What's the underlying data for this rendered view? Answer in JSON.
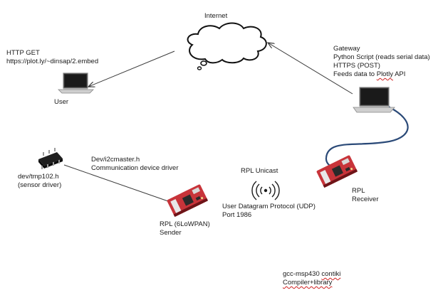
{
  "labels": {
    "internet": "Internet",
    "http_get": "HTTP GET",
    "http_url": "https://plot.ly/~dinsap/2.embed",
    "user": "User",
    "gateway": {
      "line1": "Gateway",
      "line2": "Python Script (reads serial data)",
      "line3": "HTTPS (POST)",
      "line4_prefix": "Feeds data to ",
      "line4_plotly": "Plotly",
      "line4_suffix": " API"
    },
    "dev_tmp": "dev/tmp102.h",
    "sensor_driver": "(sensor driver)",
    "i2c_header": "Dev/i2cmaster.h",
    "comm_driver": "Communication device driver",
    "rpl_unicast": "RPL Unicast",
    "udp_line1": "User Datagram Protocol (UDP)",
    "udp_line2": "Port 1986",
    "sender_line1": "RPL (6LoWPAN)",
    "sender_line2": "Sender",
    "receiver_line1": "RPL",
    "receiver_line2": "Receiver",
    "compiler": {
      "line1_a": "gcc-msp430",
      "line1_b": "contiki",
      "line2": "Compiler+library"
    }
  },
  "colors": {
    "line": "#3a3a3a",
    "usb_cable": "#2b4a78",
    "board_red": "#c8343a",
    "board_dark": "#6e1418",
    "chip": "#2a2a2a",
    "spellcheck": "#d02020"
  },
  "icons": [
    "cloud-icon",
    "laptop-icon",
    "sensor-chip-icon",
    "wireless-signal-icon",
    "rpl-board-icon"
  ]
}
